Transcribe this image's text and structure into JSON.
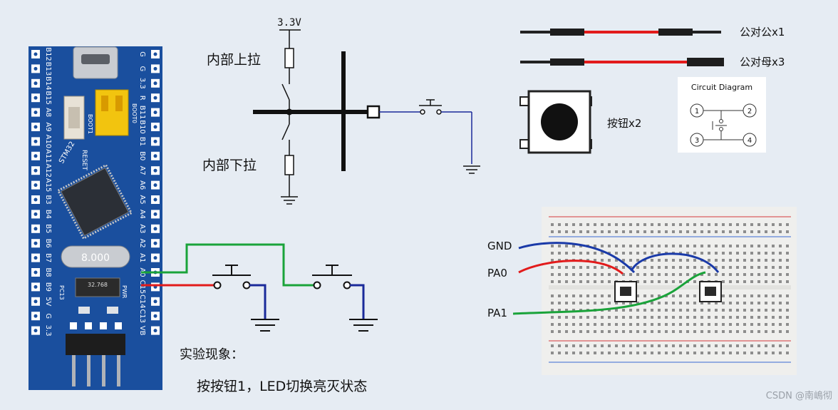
{
  "board": {
    "left_pins": [
      "B12",
      "B13",
      "B14",
      "B15",
      "A8",
      "A9",
      "A10",
      "A11",
      "A12",
      "A15",
      "B3",
      "B4",
      "B5",
      "B6",
      "B7",
      "B8",
      "B9",
      "5V",
      "G",
      "3.3"
    ],
    "right_pins": [
      "G",
      "G",
      "3.3",
      "R",
      "B11",
      "B10",
      "B1",
      "B0",
      "A7",
      "A6",
      "A5",
      "A4",
      "A3",
      "A2",
      "A1",
      "A0",
      "C15",
      "C14",
      "C13",
      "VB"
    ],
    "crystal_main": "8.000",
    "crystal_rtc": "32.768",
    "reset_label": "RESET",
    "chip_label": "STM32",
    "pc13_label": "PC13",
    "pwr_label": "PWR",
    "boot0_label": "BOOT0",
    "boot1_label": "BOOT1"
  },
  "pull_circuit": {
    "vcc_label": "3.3V",
    "pull_up_label": "内部上拉",
    "pull_down_label": "内部下拉"
  },
  "wires": {
    "male_male": "公对公x1",
    "male_female": "公对母x3"
  },
  "button_part": {
    "label": "按钮x2",
    "circuit_title": "Circuit Diagram",
    "pins": [
      "1",
      "2",
      "3",
      "4"
    ]
  },
  "breadboard": {
    "labels": [
      "GND",
      "PA0",
      "PA1"
    ]
  },
  "experiment": {
    "title": "实验现象：",
    "description": "按按钮1，LED切换亮灭状态"
  },
  "watermark": "CSDN @南嶋彻",
  "colors": {
    "board_blue": "#1a4f9e",
    "wire_red": "#e21b1b",
    "wire_green": "#1aa33a",
    "wire_blue": "#1a2a9a",
    "background": "#e6ecf3"
  }
}
